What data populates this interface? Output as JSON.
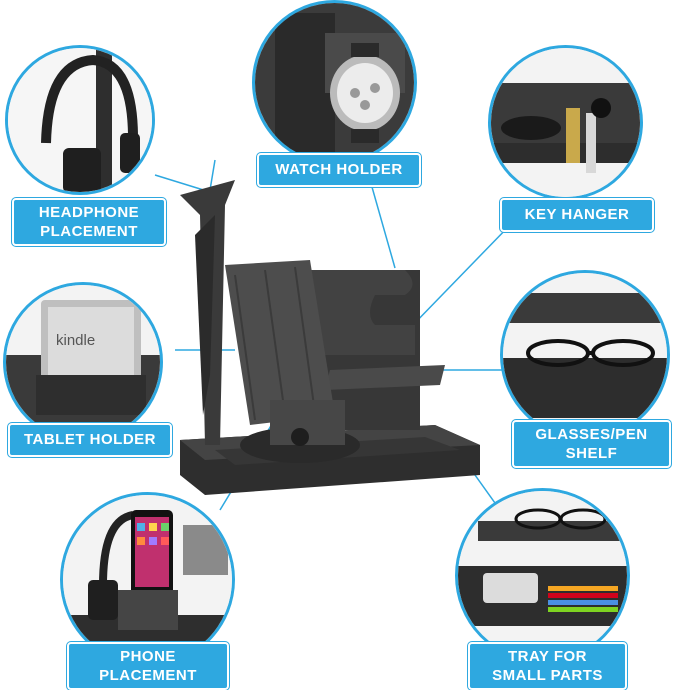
{
  "colors": {
    "accent": "#2ea8e0",
    "wood": "#3a3a3a"
  },
  "labels": {
    "watch_holder": "WATCH HOLDER",
    "headphone": "HEADPHONE\nPLACEMENT",
    "key_hanger": "KEY HANGER",
    "tablet_holder": "TABLET HOLDER",
    "glasses_pen": "GLASSES/PEN\nSHELF",
    "phone": "PHONE\nPLACEMENT",
    "tray": "TRAY FOR\nSMALL PARTS"
  },
  "product_text": {
    "kindle": "kindle"
  }
}
